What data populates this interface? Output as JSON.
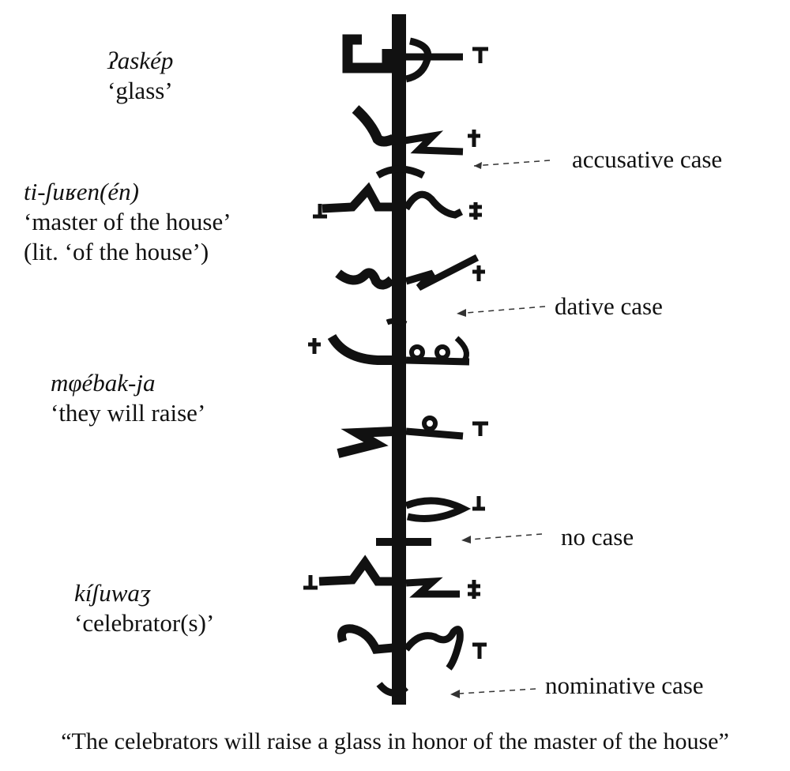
{
  "glosses": [
    {
      "form": "ʔaskép",
      "meaning": "‘glass’"
    },
    {
      "form": "ti-ʃuʁen(én)",
      "meaning": "‘master of the house’",
      "meaning2": "(lit. ‘of the house’)"
    },
    {
      "form": "mφébak-ja",
      "meaning": "‘they will raise’"
    },
    {
      "form": "kíʃuwaʒ",
      "meaning": "‘celebrator(s)’"
    }
  ],
  "cases": {
    "accusative": "accusative case",
    "dative": "dative case",
    "none": "no case",
    "nominative": "nominative case"
  },
  "caption": "“The celebrators will raise a glass in honor of the master of the house”",
  "colors": {
    "ink": "#111111",
    "arrow": "#333333"
  }
}
